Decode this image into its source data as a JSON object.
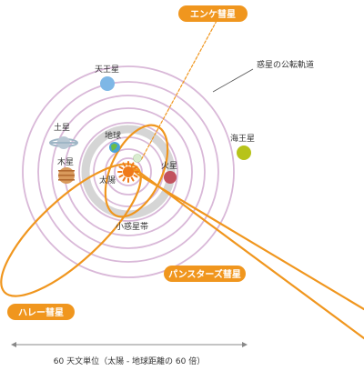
{
  "colors": {
    "orbit": "#d9b8d8",
    "comet": "#f0961e",
    "belt": "#d0d0d0",
    "sun": "#ef7a1a",
    "label_text": "#333333",
    "pill_text": "#ffffff",
    "scale_line": "#888888"
  },
  "labels": {
    "sun": "太陽",
    "earth": "地球",
    "mars": "火星",
    "jupiter": "木星",
    "saturn": "土星",
    "uranus": "天王星",
    "neptune": "海王星",
    "asteroid_belt": "小惑星帯",
    "orbit_note": "惑星の公転軌道"
  },
  "comets": {
    "encke": "エンケ彗星",
    "halley": "ハレー彗星",
    "panstarrs": "パンスターズ彗星"
  },
  "scale": {
    "label": "60 天文単位（太陽 - 地球距離の 60 倍）"
  }
}
